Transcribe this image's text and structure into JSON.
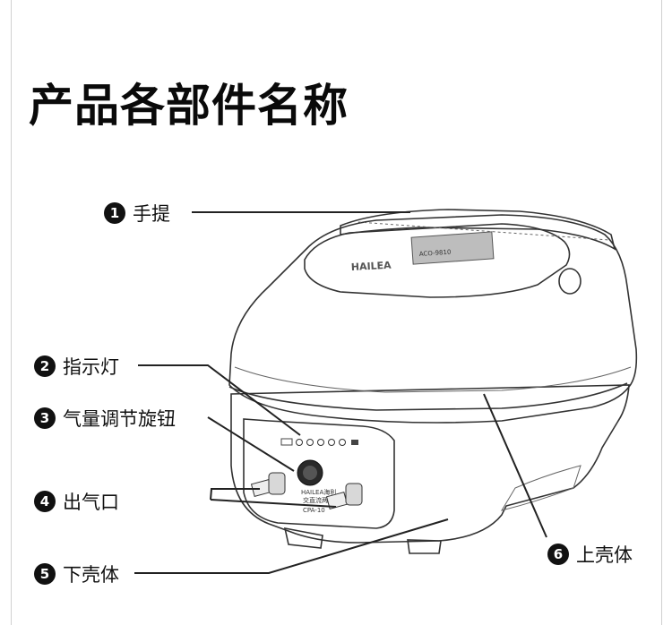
{
  "title": "产品各部件名称",
  "parts": [
    {
      "num": "1",
      "name": "手提"
    },
    {
      "num": "2",
      "name": "指示灯"
    },
    {
      "num": "3",
      "name": "气量调节旋钮"
    },
    {
      "num": "4",
      "name": "出气口"
    },
    {
      "num": "5",
      "name": "下壳体"
    },
    {
      "num": "6",
      "name": "上壳体"
    }
  ],
  "device": {
    "brand": "HAILEA",
    "model": "ACO-9810",
    "panel_brand": "HAILEA海利",
    "panel_sub": "交直流两用",
    "panel_model": "CPA-10"
  }
}
